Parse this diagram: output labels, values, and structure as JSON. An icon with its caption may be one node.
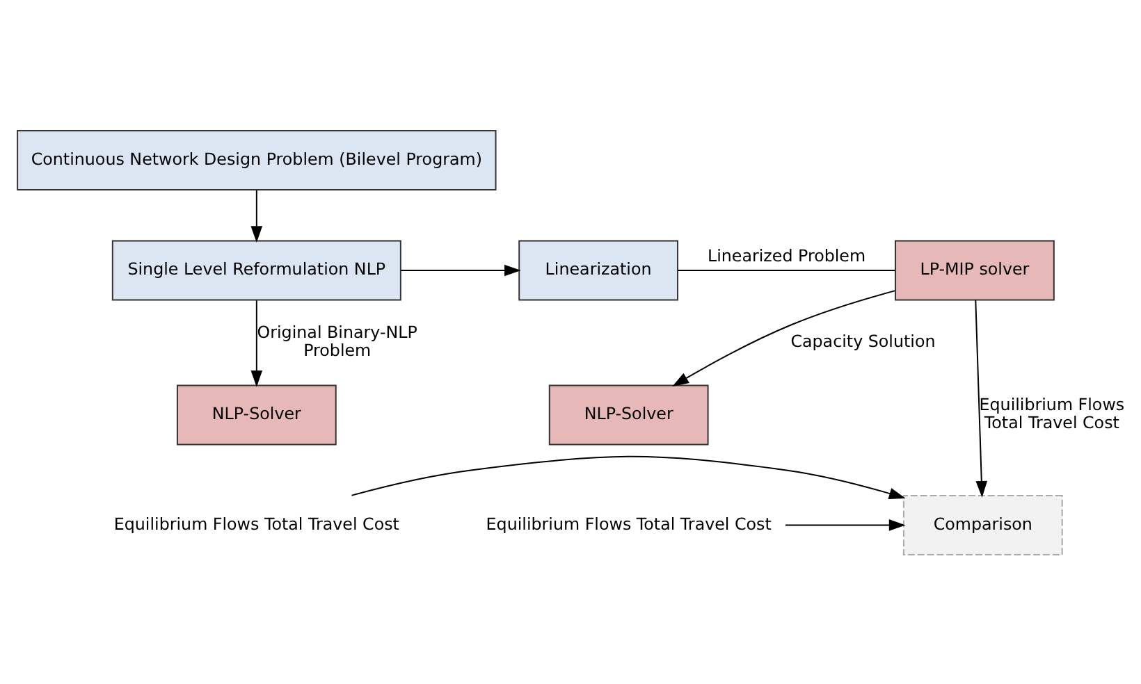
{
  "diagram": {
    "nodes": [
      {
        "text": [
          "Continuous Network Design Problem (Bilevel Program)"
        ]
      },
      {
        "text": [
          "Single Level Reformulation NLP"
        ]
      },
      {
        "text": [
          "Linearization"
        ]
      },
      {
        "text": [
          "LP-MIP solver"
        ]
      },
      {
        "text": [
          "NLP-Solver"
        ]
      },
      {
        "text": [
          "NLP-Solver"
        ]
      },
      {
        "text": [
          "Comparison"
        ]
      },
      {
        "text": [
          "Equilibrium Flows Total Travel Cost"
        ]
      },
      {
        "text": [
          "Equilibrium Flows Total Travel Cost"
        ]
      }
    ],
    "edges": [
      {
        "from": 0,
        "to": 1,
        "arrow": "to"
      },
      {
        "from": 1,
        "to": 2,
        "arrow": "to"
      },
      {
        "from": 2,
        "to": 3,
        "arrow": "none",
        "label": "Linearized Problem"
      },
      {
        "from": 1,
        "to": 4,
        "arrow": "to",
        "label": "Original Binary-NLP Problem"
      },
      {
        "from": 3,
        "to": 5,
        "arrow": "to",
        "label": "Capacity Solution"
      },
      {
        "from": 3,
        "to": 6,
        "arrow": "to",
        "label": "Equilibrium Flows Total Travel Cost"
      },
      {
        "from": 7,
        "to": 6,
        "arrow": "to"
      },
      {
        "from": 8,
        "to": 6,
        "arrow": "to"
      }
    ]
  }
}
